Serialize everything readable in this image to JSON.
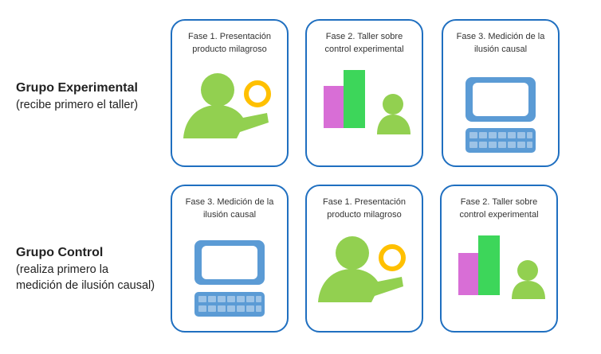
{
  "groups": [
    {
      "title": "Grupo Experimental",
      "subtitle_lines": [
        "(recibe primero el taller)"
      ],
      "cards": [
        {
          "title_lines": [
            "Fase 1. Presentación",
            "producto milagroso"
          ],
          "icon": "presenter-icon"
        },
        {
          "title_lines": [
            "Fase 2. Taller sobre",
            "control experimental"
          ],
          "icon": "bar-chart-person-icon"
        },
        {
          "title_lines": [
            "Fase 3. Medición de la",
            "ilusión causal"
          ],
          "icon": "computer-icon"
        }
      ]
    },
    {
      "title": "Grupo Control",
      "subtitle_lines": [
        "(realiza primero la",
        "medición de ilusión causal)"
      ],
      "cards": [
        {
          "title_lines": [
            "Fase 3. Medición de la",
            "ilusión causal"
          ],
          "icon": "computer-icon"
        },
        {
          "title_lines": [
            "Fase 1. Presentación",
            "producto milagroso"
          ],
          "icon": "presenter-icon"
        },
        {
          "title_lines": [
            "Fase 2. Taller sobre",
            "control experimental"
          ],
          "icon": "bar-chart-person-icon"
        }
      ]
    }
  ],
  "colors": {
    "border": "#1f6fc0",
    "person": "#92d050",
    "ring": "#ffc000",
    "bar1": "#d86ed6",
    "bar2": "#3dd65a",
    "monitor": "#5b9bd5",
    "screen": "#ffffff",
    "keys": "#9dc3e6"
  }
}
